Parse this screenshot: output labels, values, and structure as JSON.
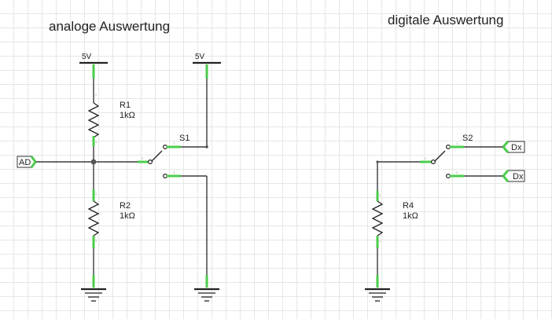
{
  "sections": {
    "analog_title": "analoge  Auswertung",
    "digital_title": "digitale  Auswertung"
  },
  "supplies": {
    "left": "5V",
    "middle": "5V"
  },
  "resistors": {
    "r1": {
      "name": "R1",
      "value": "1kΩ"
    },
    "r2": {
      "name": "R2",
      "value": "1kΩ"
    },
    "r4": {
      "name": "R4",
      "value": "1kΩ"
    }
  },
  "switches": {
    "s1": "S1",
    "s2": "S2"
  },
  "ports": {
    "ad": "AD",
    "dx_top": "Dx",
    "dx_bottom": "Dx"
  },
  "pin_numbers": {
    "one": "1",
    "two": "2",
    "three": "3"
  },
  "colors": {
    "wire": "#3a3a3a",
    "pin_leg": "#4ccc4c",
    "grid": "#e6e6e6"
  }
}
